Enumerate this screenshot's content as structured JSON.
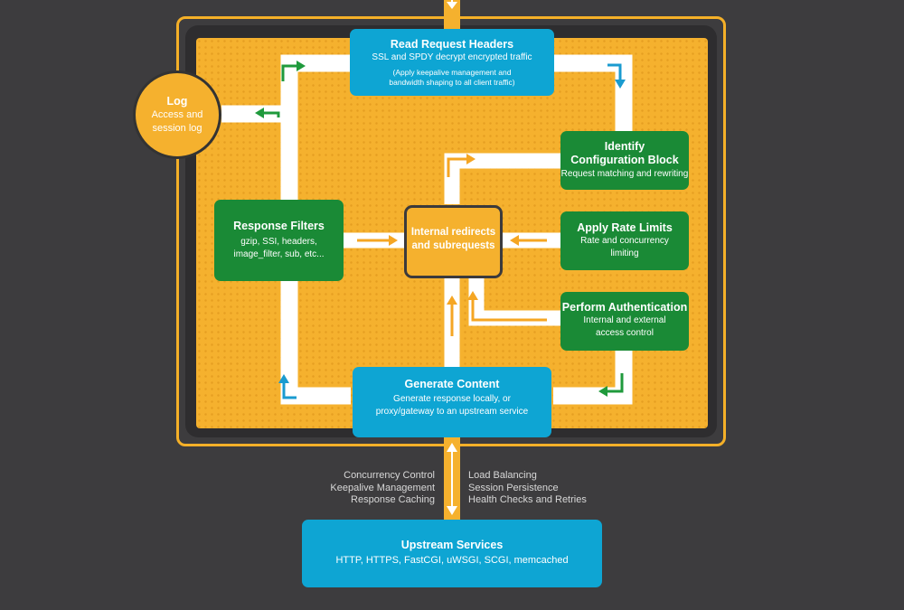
{
  "read_request": {
    "title": "Read Request Headers",
    "line1": "SSL and SPDY decrypt encrypted traffic",
    "line2": "(Apply keepalive management and",
    "line3": "bandwidth shaping to all client traffic)"
  },
  "identify_config": {
    "title1": "Identify",
    "title2": "Configuration Block",
    "desc": "Request matching and rewriting"
  },
  "rate_limits": {
    "title": "Apply Rate Limits",
    "line1": "Rate and concurrency",
    "line2": "limiting"
  },
  "authentication": {
    "title": "Perform Authentication",
    "line1": "Internal and external",
    "line2": "access control"
  },
  "generate_content": {
    "title": "Generate Content",
    "line1": "Generate response locally, or",
    "line2": "proxy/gateway to an upstream service"
  },
  "response_filters": {
    "title": "Response Filters",
    "line1": "gzip, SSI, headers,",
    "line2": "image_filter, sub, etc..."
  },
  "internal": {
    "line1": "Internal redirects",
    "line2": "and subrequests"
  },
  "log": {
    "title": "Log",
    "line1": "Access and",
    "line2": "session log"
  },
  "left_features": [
    "Concurrency Control",
    "Keepalive Management",
    "Response Caching"
  ],
  "right_features": [
    "Load Balancing",
    "Session Persistence",
    "Health Checks and Retries"
  ],
  "upstream": {
    "title": "Upstream Services",
    "protocols": "HTTP, HTTPS, FastCGI, uWSGI, SCGI, memcached"
  },
  "colors": {
    "background": "#3d3c3e",
    "panel": "#f5b12e",
    "blue": "#0ea5d3",
    "green": "#1a8a36",
    "green_arrow": "#1f9a3c",
    "blue_arrow": "#1a9bd0",
    "orange_arrow": "#f5a623"
  }
}
